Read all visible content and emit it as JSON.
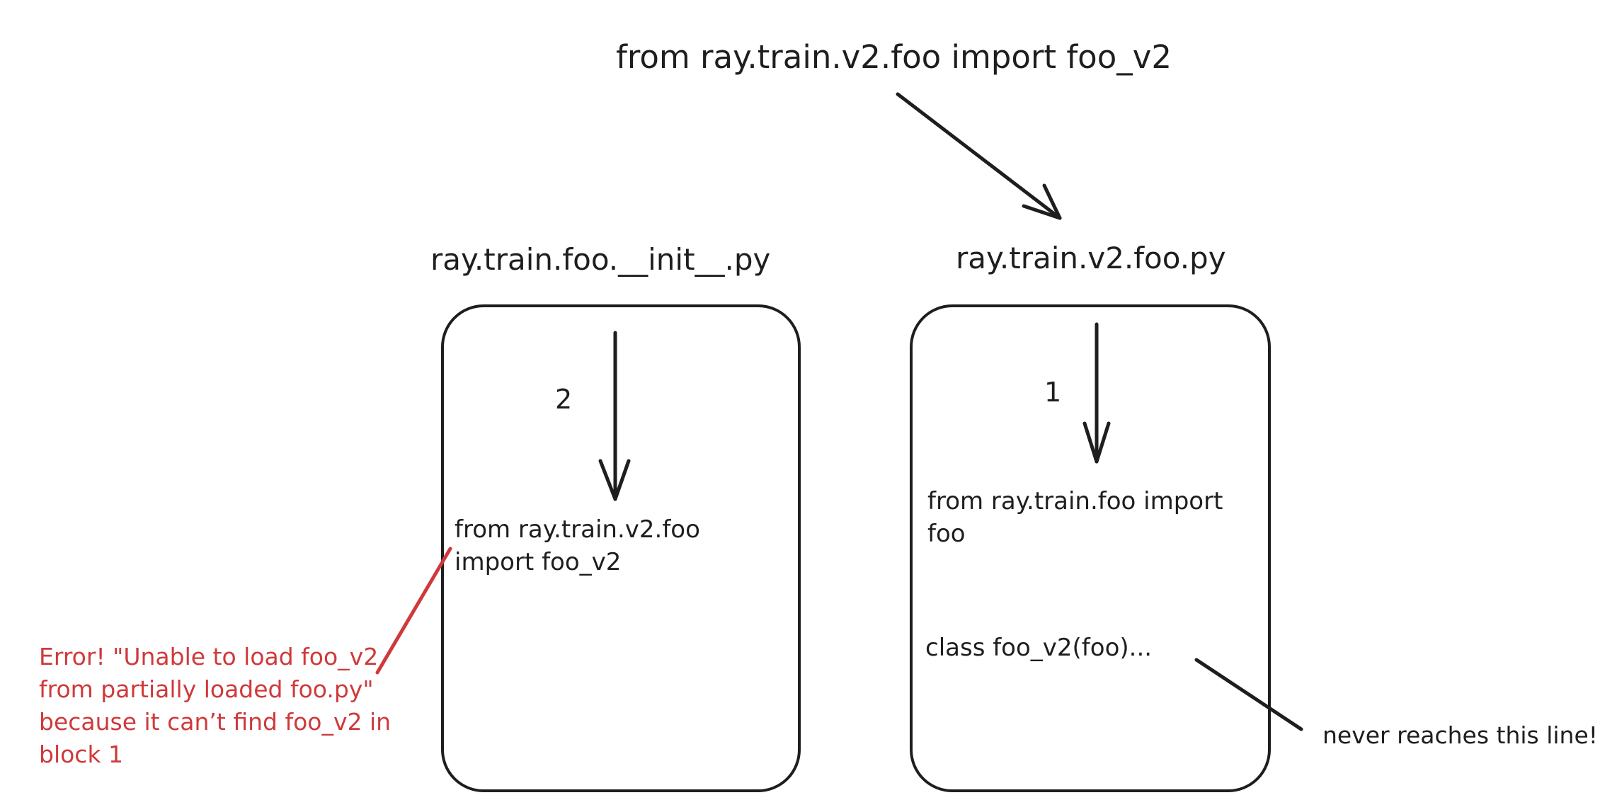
{
  "top_statement": "from ray.train.v2.foo import foo_v2",
  "left_module": {
    "title": "ray.train.foo.__init__.py",
    "step": "2",
    "code_line1": "from ray.train.v2.foo",
    "code_line2": "import foo_v2"
  },
  "right_module": {
    "title": "ray.train.v2.foo.py",
    "step": "1",
    "code_line1": "from ray.train.foo import",
    "code_line2": "foo",
    "class_line": "class foo_v2(foo)..."
  },
  "error_note": "Error! \"Unable to load foo_v2 from partially loaded foo.py\" because it can’t find foo_v2 in block 1",
  "never_note": "never reaches this line!",
  "colors": {
    "ink": "#1e1e1e",
    "error": "#d0393a"
  }
}
